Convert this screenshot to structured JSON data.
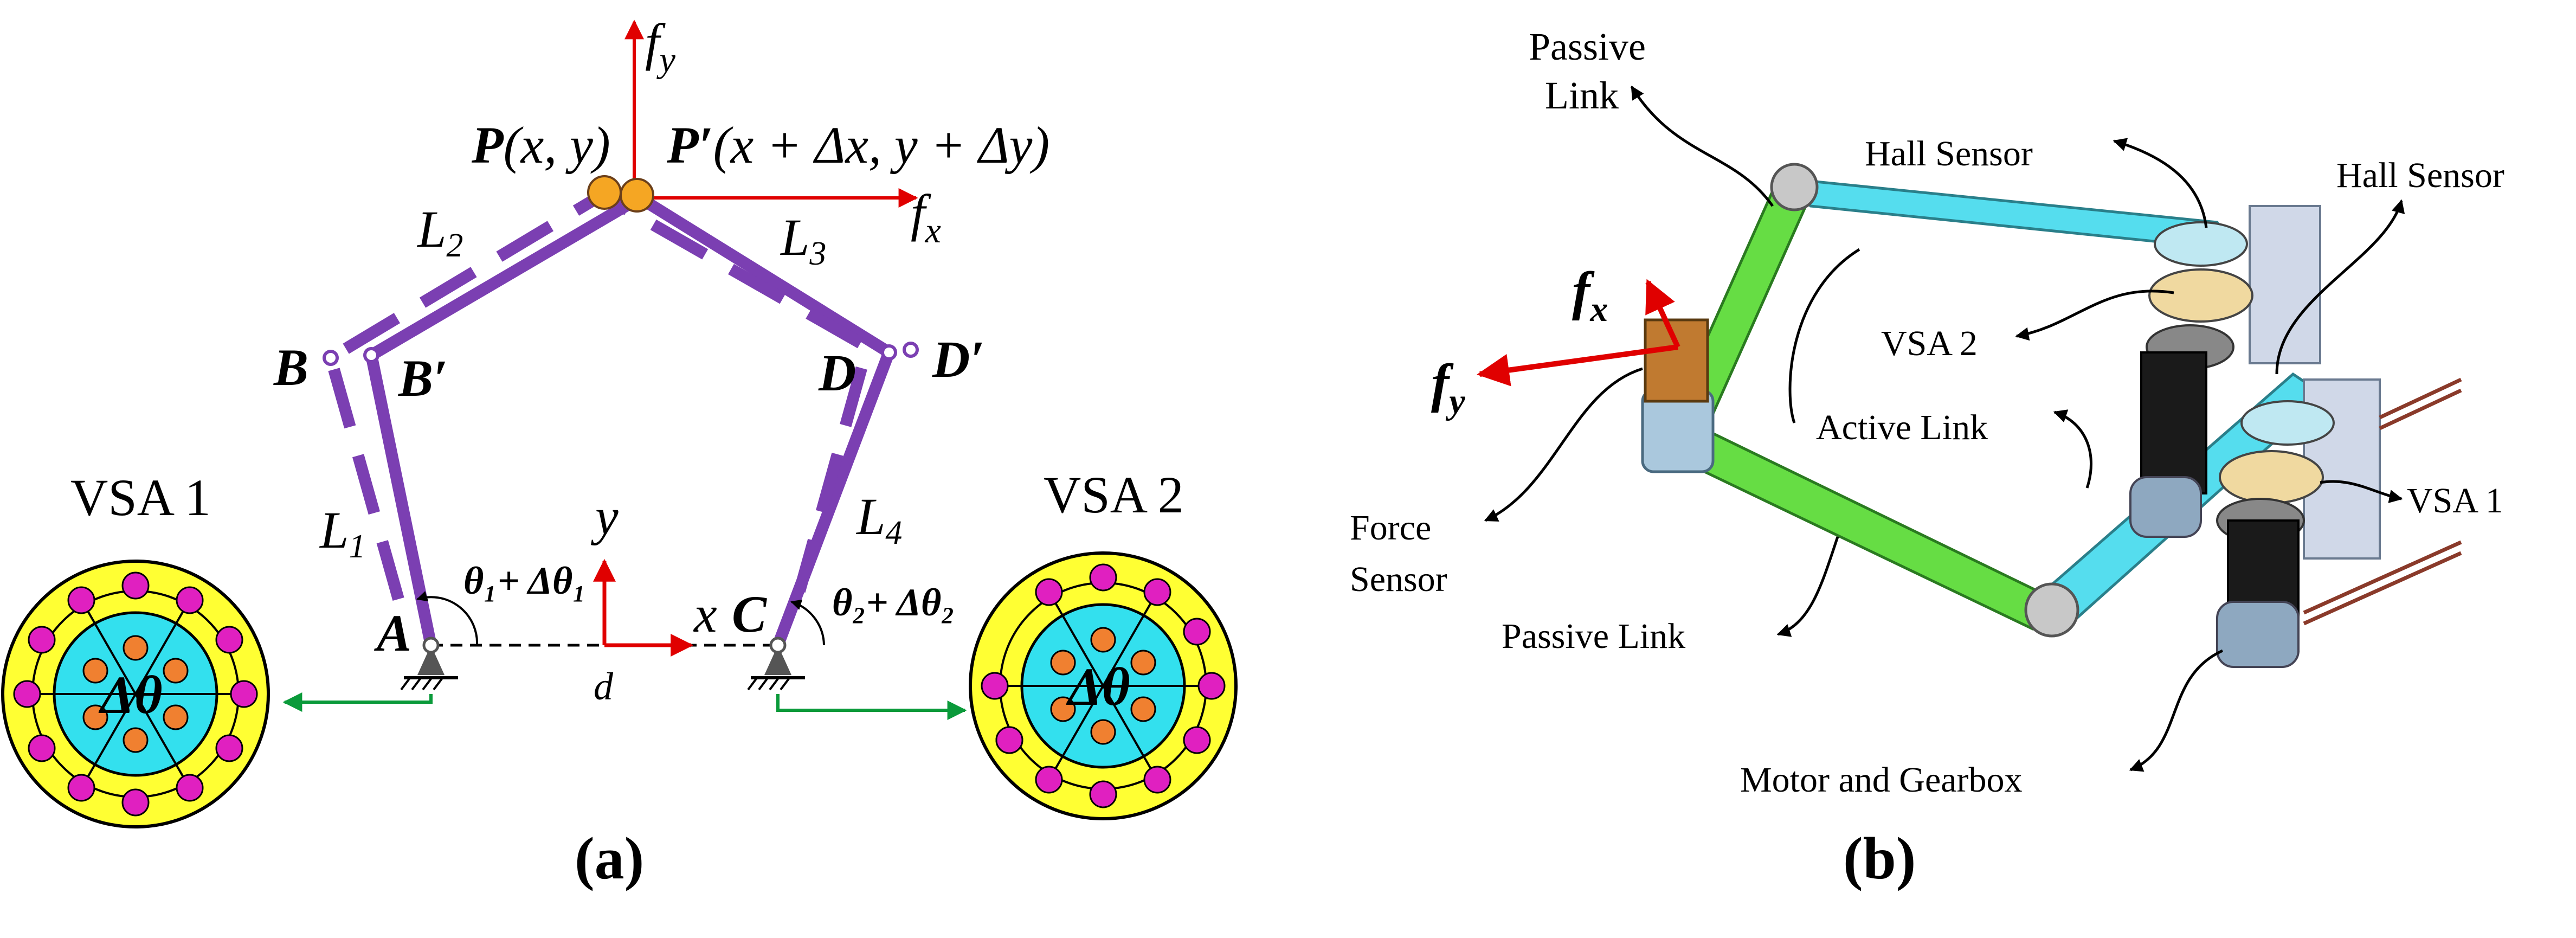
{
  "panel_a": {
    "caption": "(a)",
    "point_p": "P",
    "point_p_coords": "(x, y)",
    "point_p_prime": "P′",
    "point_p_prime_coords": "(x + Δx, y + Δy)",
    "force_x": "f",
    "force_x_sub": "x",
    "force_y": "f",
    "force_y_sub": "y",
    "link_l1": "L",
    "link_l1_sub": "1",
    "link_l2": "L",
    "link_l2_sub": "2",
    "link_l3": "L",
    "link_l3_sub": "3",
    "link_l4": "L",
    "link_l4_sub": "4",
    "joint_a": "A",
    "joint_b": "B",
    "joint_b_prime": "B′",
    "joint_c": "C",
    "joint_d": "D",
    "joint_d_prime": "D′",
    "axis_x": "x",
    "axis_y": "y",
    "distance_d": "d",
    "angle_1": "θ₁+ Δθ₁",
    "angle_2": "θ₂+ Δθ₂",
    "vsa_left_label": "VSA 1",
    "vsa_right_label": "VSA 2",
    "vsa_delta": "Δθ"
  },
  "panel_b": {
    "caption": "(b)",
    "passive_link_top": "Passive\nLink",
    "passive_link_top_line1": "Passive",
    "passive_link_top_line2": "Link",
    "hall_sensor_1": "Hall Sensor",
    "hall_sensor_2": "Hall Sensor",
    "vsa_2": "VSA 2",
    "vsa_1": "VSA 1",
    "active_link": "Active Link",
    "force_sensor_line1": "Force",
    "force_sensor_line2": "Sensor",
    "passive_link_bottom": "Passive  Link",
    "motor_gearbox": "Motor and Gearbox",
    "force_x": "f",
    "force_x_sub": "x",
    "force_y": "f",
    "force_y_sub": "y"
  },
  "colors": {
    "link_purple": "#7b3fb2",
    "force_red": "#e00000",
    "axis_red": "#e00000",
    "ground_green": "#0a9a3a",
    "vsa_yellow": "#ffff33",
    "vsa_cyan": "#33e0ee",
    "vsa_orange": "#f08030",
    "vsa_magenta": "#e020c0",
    "point_orange": "#f5a623",
    "passive_link_green": "#66dd44",
    "active_link_cyan": "#55ddee",
    "motor_black": "#1a1a1a"
  }
}
